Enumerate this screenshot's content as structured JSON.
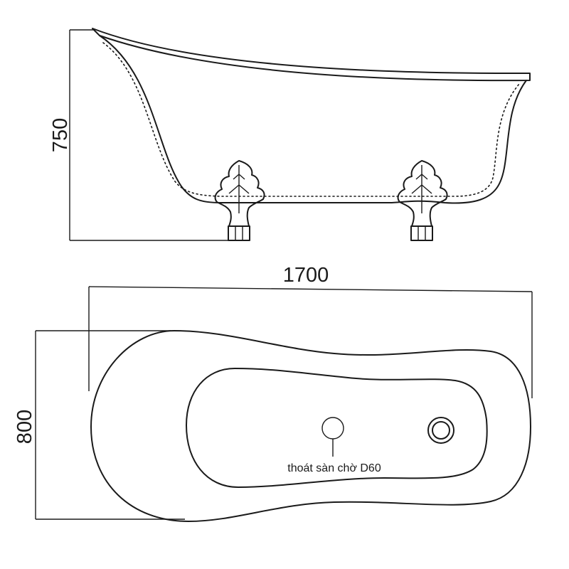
{
  "dimensions": {
    "height": "750",
    "length": "1700",
    "width": "800"
  },
  "drain_label": "thoát sàn chờ D60"
}
